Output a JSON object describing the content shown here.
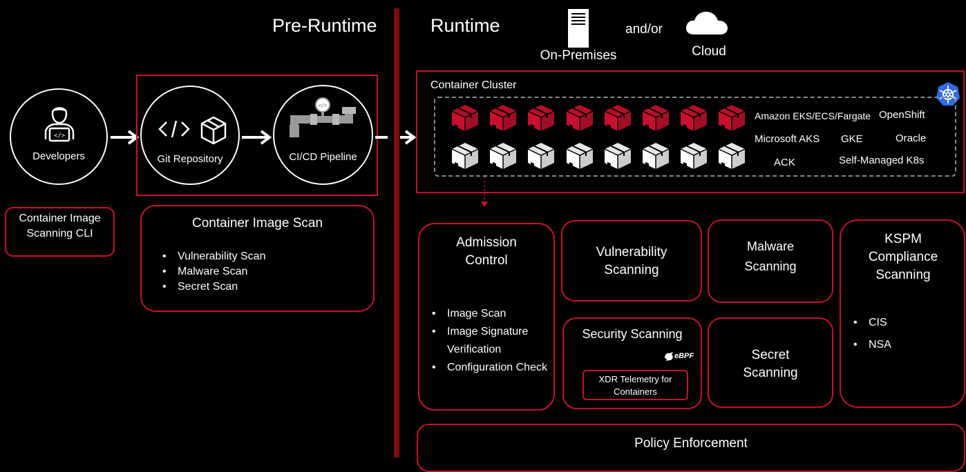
{
  "header": {
    "pre_runtime": "Pre-Runtime",
    "runtime": "Runtime",
    "on_premises": "On-Premises",
    "and_or": "and/or",
    "cloud": "Cloud"
  },
  "pre": {
    "developers": "Developers",
    "git_repository": "Git Repository",
    "cicd_pipeline": "CI/CD Pipeline",
    "cli_box": "Container Image Scanning CLI",
    "image_scan": {
      "title": "Container Image Scan",
      "items": [
        "Vulnerability Scan",
        "Malware Scan",
        "Secret Scan"
      ]
    }
  },
  "cluster": {
    "title": "Container Cluster",
    "platforms": {
      "eks": "Amazon EKS/ECS/Fargate",
      "openshift": "OpenShift",
      "aks": "Microsoft AKS",
      "gke": "GKE",
      "oracle": "Oracle",
      "ack": "ACK",
      "k8s": "Self-Managed K8s"
    }
  },
  "runtime": {
    "admission": {
      "title": "Admission Control",
      "items": [
        "Image Scan",
        "Image Signature Verification",
        "Configuration Check"
      ]
    },
    "vulnerability": "Vulnerability Scanning",
    "malware": "Malware Scanning",
    "kspm": {
      "title": "KSPM Compliance Scanning",
      "items": [
        "CIS",
        "NSA"
      ]
    },
    "security": {
      "title": "Security Scanning",
      "ebpf": "eBPF",
      "xdr": "XDR Telemetry for Containers"
    },
    "secret": "Secret Scanning",
    "policy": "Policy Enforcement"
  },
  "colors": {
    "accent_red": "#c8102e",
    "divider_red": "#7a0d0d",
    "k8s_blue": "#326ce5"
  }
}
